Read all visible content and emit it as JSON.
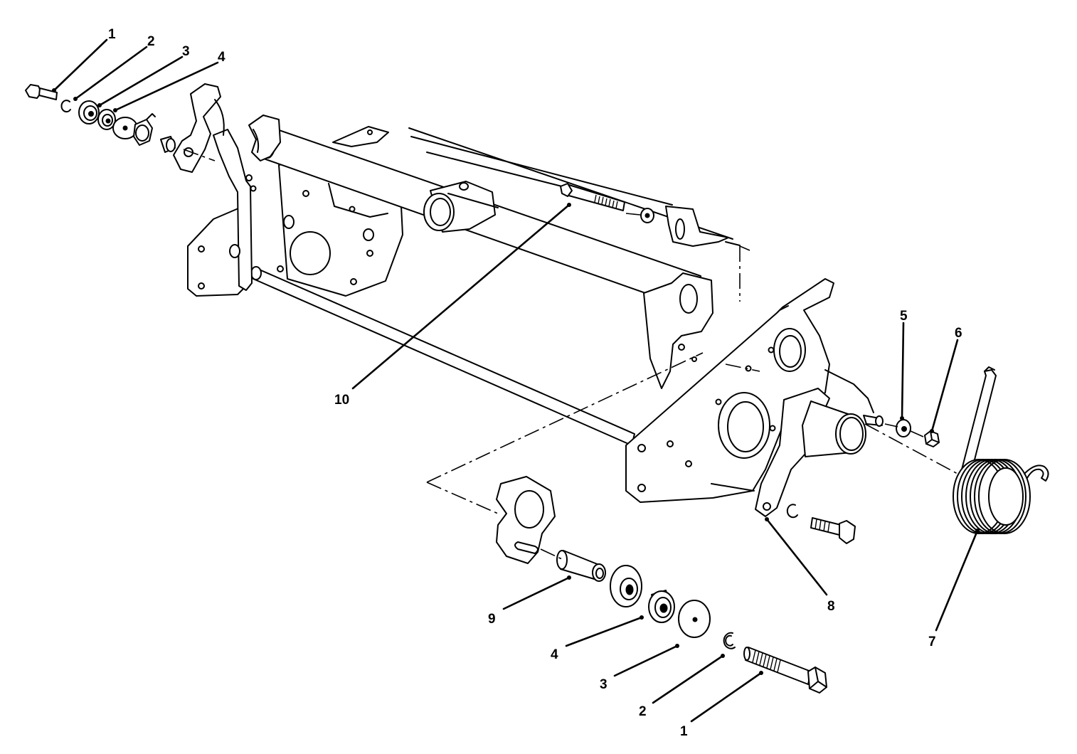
{
  "diagram": {
    "callouts": [
      {
        "label": "1"
      },
      {
        "label": "2"
      },
      {
        "label": "3"
      },
      {
        "label": "4"
      },
      {
        "label": "5"
      },
      {
        "label": "6"
      },
      {
        "label": "7"
      },
      {
        "label": "8"
      },
      {
        "label": "9"
      },
      {
        "label": "4"
      },
      {
        "label": "3"
      },
      {
        "label": "2"
      },
      {
        "label": "1"
      },
      {
        "label": "10"
      }
    ],
    "colors": {
      "line": "#000000",
      "background": "#ffffff"
    }
  }
}
